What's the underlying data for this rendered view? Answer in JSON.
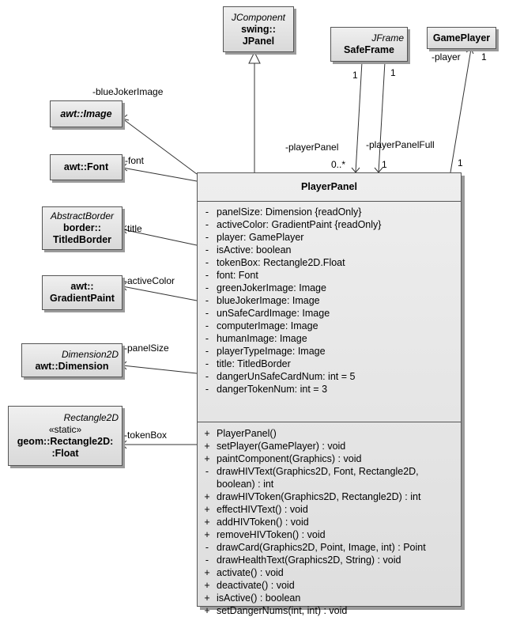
{
  "classes": {
    "jpanel": {
      "stereotype": "JComponent",
      "name_line1": "swing::",
      "name_line2": "JPanel"
    },
    "safeframe": {
      "stereotype": "JFrame",
      "name": "SafeFrame"
    },
    "gameplayer": {
      "name": "GamePlayer"
    },
    "image": {
      "name": "awt::Image"
    },
    "font": {
      "name": "awt::Font"
    },
    "titledborder": {
      "stereotype": "AbstractBorder",
      "name_line1": "border::",
      "name_line2": "TitledBorder"
    },
    "gradientpaint": {
      "name_line1": "awt::",
      "name_line2": "GradientPaint"
    },
    "dimension": {
      "stereotype": "Dimension2D",
      "name": "awt::Dimension"
    },
    "rect2dfloat": {
      "stereotype": "Rectangle2D",
      "static": "«static»",
      "name_line1": "geom::Rectangle2D:",
      "name_line2": ":Float"
    }
  },
  "labels": {
    "blueJokerImage": "-blueJokerImage",
    "font": "-font",
    "title": "-title",
    "activeColor": "-activeColor",
    "panelSize": "-panelSize",
    "tokenBox": "-tokenBox",
    "playerPanel": "-playerPanel",
    "playerPanelFull": "-playerPanelFull",
    "mult_many": "0..*",
    "mult_sf1": "1",
    "mult_sf2": "1",
    "mult_pp1": "1",
    "player": "-player",
    "mult_gp1": "1",
    "mult_gp2": "1"
  },
  "main_class": {
    "name": "PlayerPanel",
    "attributes": [
      {
        "vis": "-",
        "text": "panelSize:  Dimension {readOnly}"
      },
      {
        "vis": "-",
        "text": "activeColor:  GradientPaint {readOnly}"
      },
      {
        "vis": "-",
        "text": "player:  GamePlayer"
      },
      {
        "vis": "-",
        "text": "isActive:  boolean"
      },
      {
        "vis": "-",
        "text": "tokenBox:  Rectangle2D.Float"
      },
      {
        "vis": "-",
        "text": "font:  Font"
      },
      {
        "vis": "-",
        "text": "greenJokerImage:  Image"
      },
      {
        "vis": "-",
        "text": "blueJokerImage:  Image"
      },
      {
        "vis": "-",
        "text": "unSafeCardImage:  Image"
      },
      {
        "vis": "-",
        "text": "computerImage:  Image"
      },
      {
        "vis": "-",
        "text": "humanImage:  Image"
      },
      {
        "vis": "-",
        "text": "playerTypeImage:  Image"
      },
      {
        "vis": "-",
        "text": "title:  TitledBorder"
      },
      {
        "vis": "-",
        "text": "dangerUnSafeCardNum:  int = 5"
      },
      {
        "vis": "-",
        "text": "dangerTokenNum:  int = 3"
      }
    ],
    "operations": [
      {
        "vis": "+",
        "text": "PlayerPanel()"
      },
      {
        "vis": "+",
        "text": "setPlayer(GamePlayer) : void"
      },
      {
        "vis": "+",
        "text": "paintComponent(Graphics) : void"
      },
      {
        "vis": "-",
        "text": "drawHIVText(Graphics2D, Font, Rectangle2D, boolean) : int",
        "wrap": true
      },
      {
        "vis": "+",
        "text": "drawHIVToken(Graphics2D, Rectangle2D) : int"
      },
      {
        "vis": "+",
        "text": "effectHIVText() : void"
      },
      {
        "vis": "+",
        "text": "addHIVToken() : void"
      },
      {
        "vis": "+",
        "text": "removeHIVToken() : void"
      },
      {
        "vis": "-",
        "text": "drawCard(Graphics2D, Point, Image, int) : Point"
      },
      {
        "vis": "-",
        "text": "drawHealthText(Graphics2D, String) : void"
      },
      {
        "vis": "+",
        "text": "activate() : void"
      },
      {
        "vis": "+",
        "text": "deactivate() : void"
      },
      {
        "vis": "+",
        "text": "isActive() : boolean"
      },
      {
        "vis": "+",
        "text": "setDangerNums(int, int) : void"
      }
    ]
  }
}
